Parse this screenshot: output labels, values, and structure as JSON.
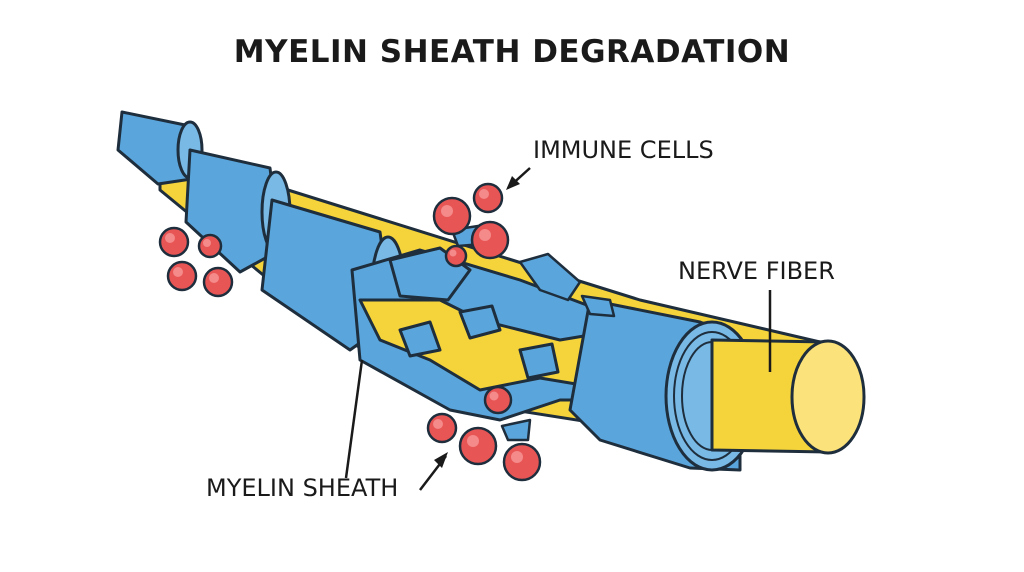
{
  "title": "MYELIN SHEATH DEGRADATION",
  "labels": {
    "immune_cells": "IMMUNE CELLS",
    "nerve_fiber": "NERVE FIBER",
    "myelin_sheath": "MYELIN SHEATH"
  },
  "colors": {
    "myelin": "#5aa6dc",
    "axon": "#f5d33a",
    "immune_cell": "#e85555",
    "outline": "#1f2e3d"
  }
}
